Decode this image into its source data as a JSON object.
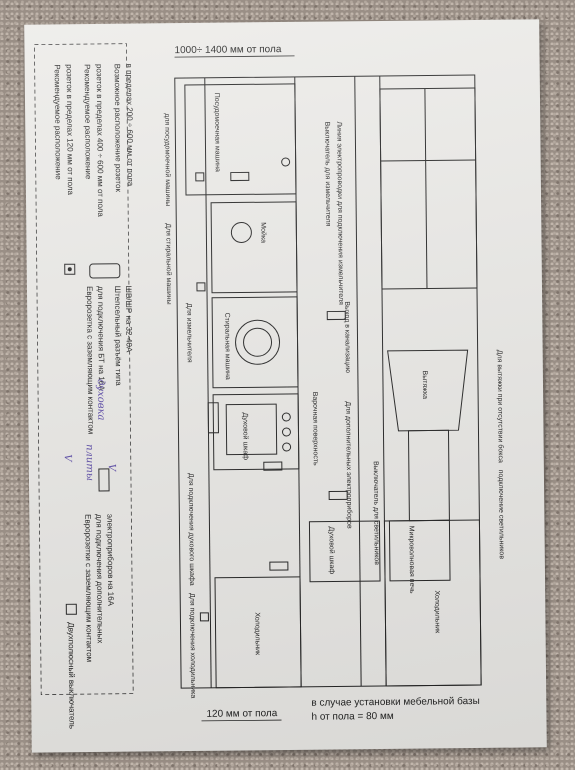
{
  "top_dimension": "1000÷ 1400 мм от пола",
  "bottom_dimension": "120 мм от пола",
  "mebel_base_line1": "в случае установки мебельной базы",
  "mebel_base_line2": "h от пола = 80 мм",
  "legend_left": {
    "rec1_title": "Рекомендуемое расположение",
    "rec1_sub": "розеток в пределах 120 мм от пола",
    "rec2_title": "Рекомендуемое расположение",
    "rec2_sub": "розеток в пределах 400 ÷ 600 мм от пола",
    "rec3_title": "Возможное расположение розеток",
    "rec3_sub": "в пределах 200 ÷ 600 мм от пола"
  },
  "legend_bottom": {
    "item1_line1": "Евророзетка с заземляющим контактом",
    "item1_line2": "для подключения БТ на 16А",
    "item2_line1": "Штепсельный разъём типа",
    "item2_line2": "ШВ/ШР на 32-40А",
    "item3_line1": "Евророзетки с заземляющим контактом",
    "item3_line2": "для подключения дополнительных",
    "item3_line3": "электроприборов на 16А",
    "item4": "Двухполюсный выключатель"
  },
  "handwritten": {
    "note1": "духовка",
    "note2": "плиты",
    "check1": "V",
    "check2": "V"
  },
  "appliances": {
    "washer": "Посудомоечная машина",
    "sink": "Мойка",
    "washing_machine": "Стиральная машина",
    "oven": "Духовой шкаф",
    "hob": "Варочная поверхность",
    "hood": "Вытяжка",
    "fridge1": "Холодильник",
    "fridge2": "Холодильник",
    "microwave": "Микроволновая печь",
    "oven2": "Духовой шкаф"
  },
  "annotations": {
    "a1": "Линия электропроводки для подключения измельчителя",
    "a2": "Выключатель для измельчителя",
    "a3": "Выход в канализацию",
    "a4": "Для дополнительных электроприборов",
    "a5": "Выключатель для светильников",
    "a6": "для посудомоечной машины",
    "a7": "Для стиральной машины",
    "a8": "Для измельчителя",
    "a9": "Для подключения духового шкафа",
    "a10": "Для подключения холодильника",
    "a11": "Для вытяжки при отсутствии бокса",
    "a12": "подключение светильников"
  }
}
